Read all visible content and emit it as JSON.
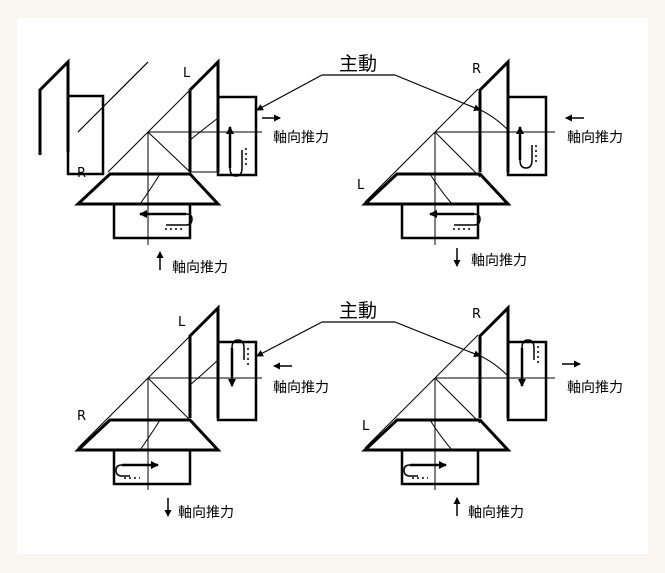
{
  "labels": {
    "active": "主動",
    "axial_thrust": "軸向推力",
    "left": "L",
    "right": "R"
  },
  "colors": {
    "background": "#f8f6ee",
    "panel": "#ffffff",
    "stroke": "#000000"
  }
}
